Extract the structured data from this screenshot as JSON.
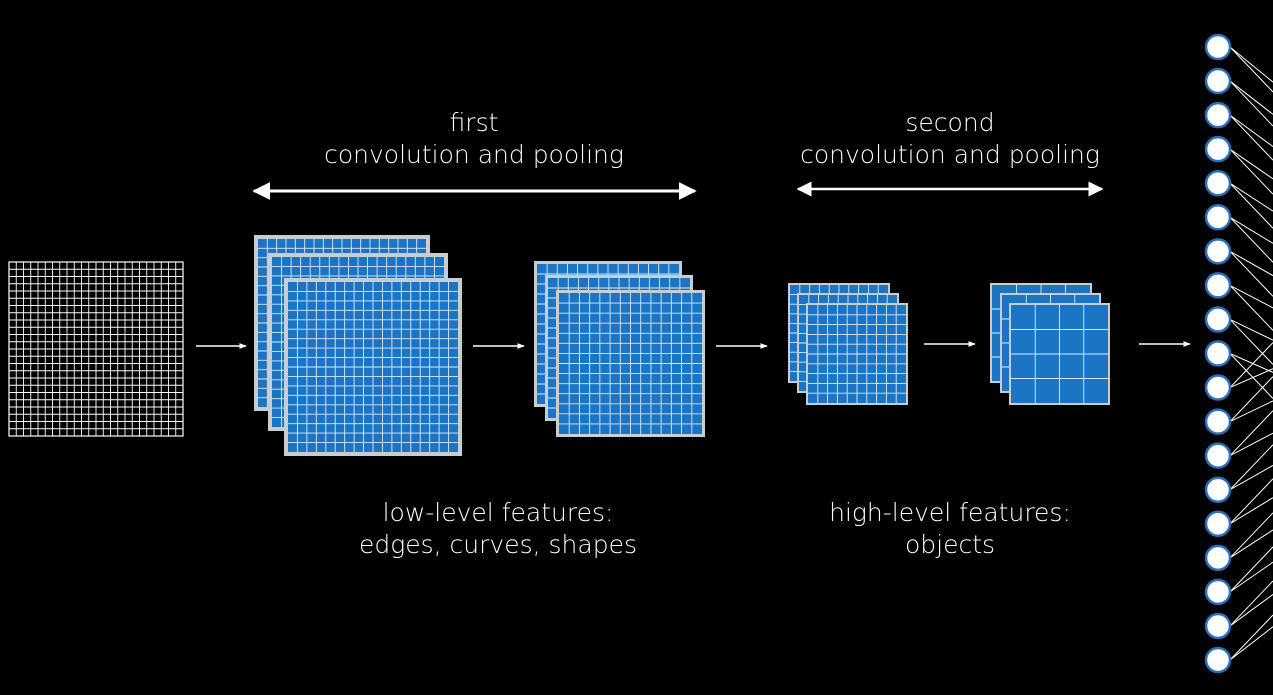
{
  "labels": {
    "first_stage": {
      "line1": "first",
      "line2": "convolution and pooling"
    },
    "second_stage": {
      "line1": "second",
      "line2": "convolution and pooling"
    },
    "low_level": {
      "line1": "low-level features:",
      "line2": "edges, curves, shapes"
    },
    "high_level": {
      "line1": "high-level features:",
      "line2": "objects"
    }
  },
  "colors": {
    "background": "#000000",
    "foreground": "#ffffff",
    "feature_map_fill": "#1b75c4",
    "feature_map_border": "#c8cdd2"
  },
  "icons": {
    "output_node": "circle-node-icon"
  }
}
